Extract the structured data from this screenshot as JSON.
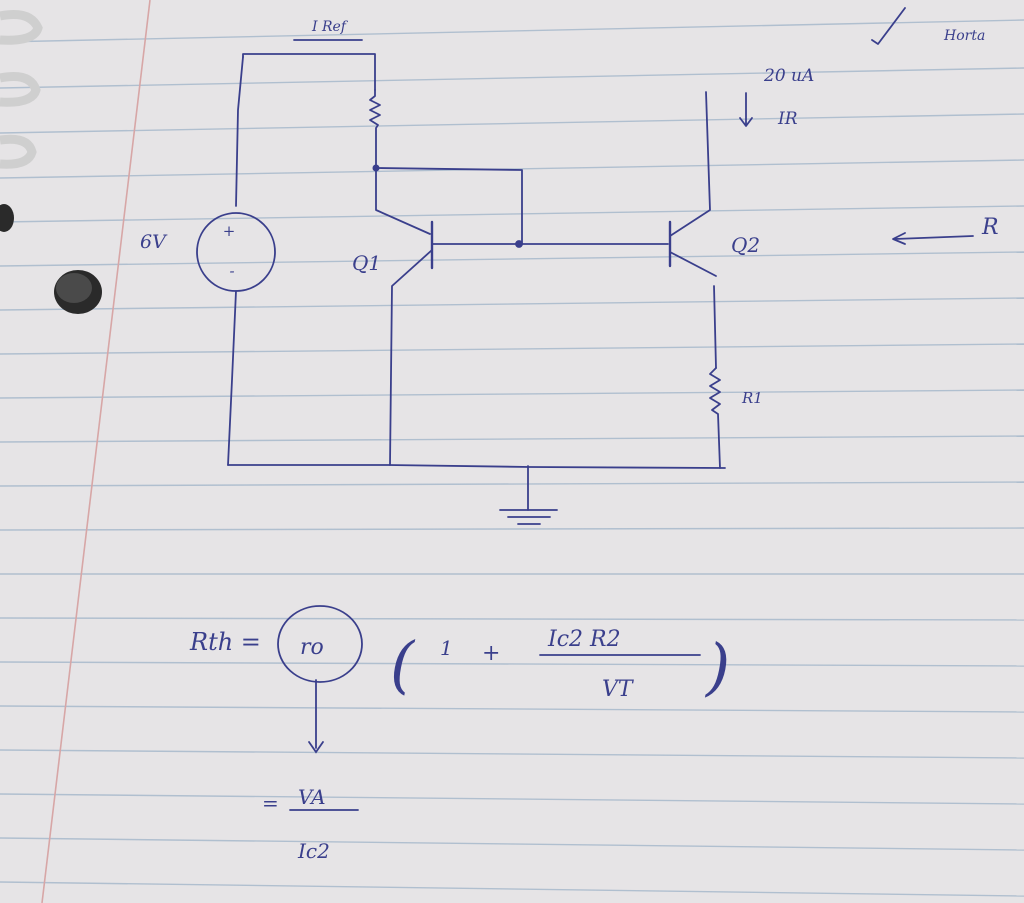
{
  "colors": {
    "paper": "#e6e4e6",
    "rule_line": "#9fb3c8",
    "margin_line": "#d7a6a6",
    "ink": "#3a3f8c",
    "ring": "#d9d9d9",
    "hole": "#2a2a2a"
  },
  "circuit": {
    "source_voltage": "6V",
    "source_plus": "+",
    "source_minus": "-",
    "iref_label": "I Ref",
    "q1_label": "Q1",
    "q2_label": "Q2",
    "current_value": "20 uA",
    "current_label": "IR",
    "resistor_label": "R1",
    "r_arrow_label": "R"
  },
  "corner_note": "Horta",
  "equations": {
    "rth_lhs": "Rth =",
    "ro": "ro",
    "paren_open": "(",
    "one": "1",
    "plus": "+",
    "numerator": "Ic2 R2",
    "denominator": "VT",
    "paren_close": ")",
    "equals": "=",
    "va": "VA",
    "ic2": "Ic2"
  }
}
